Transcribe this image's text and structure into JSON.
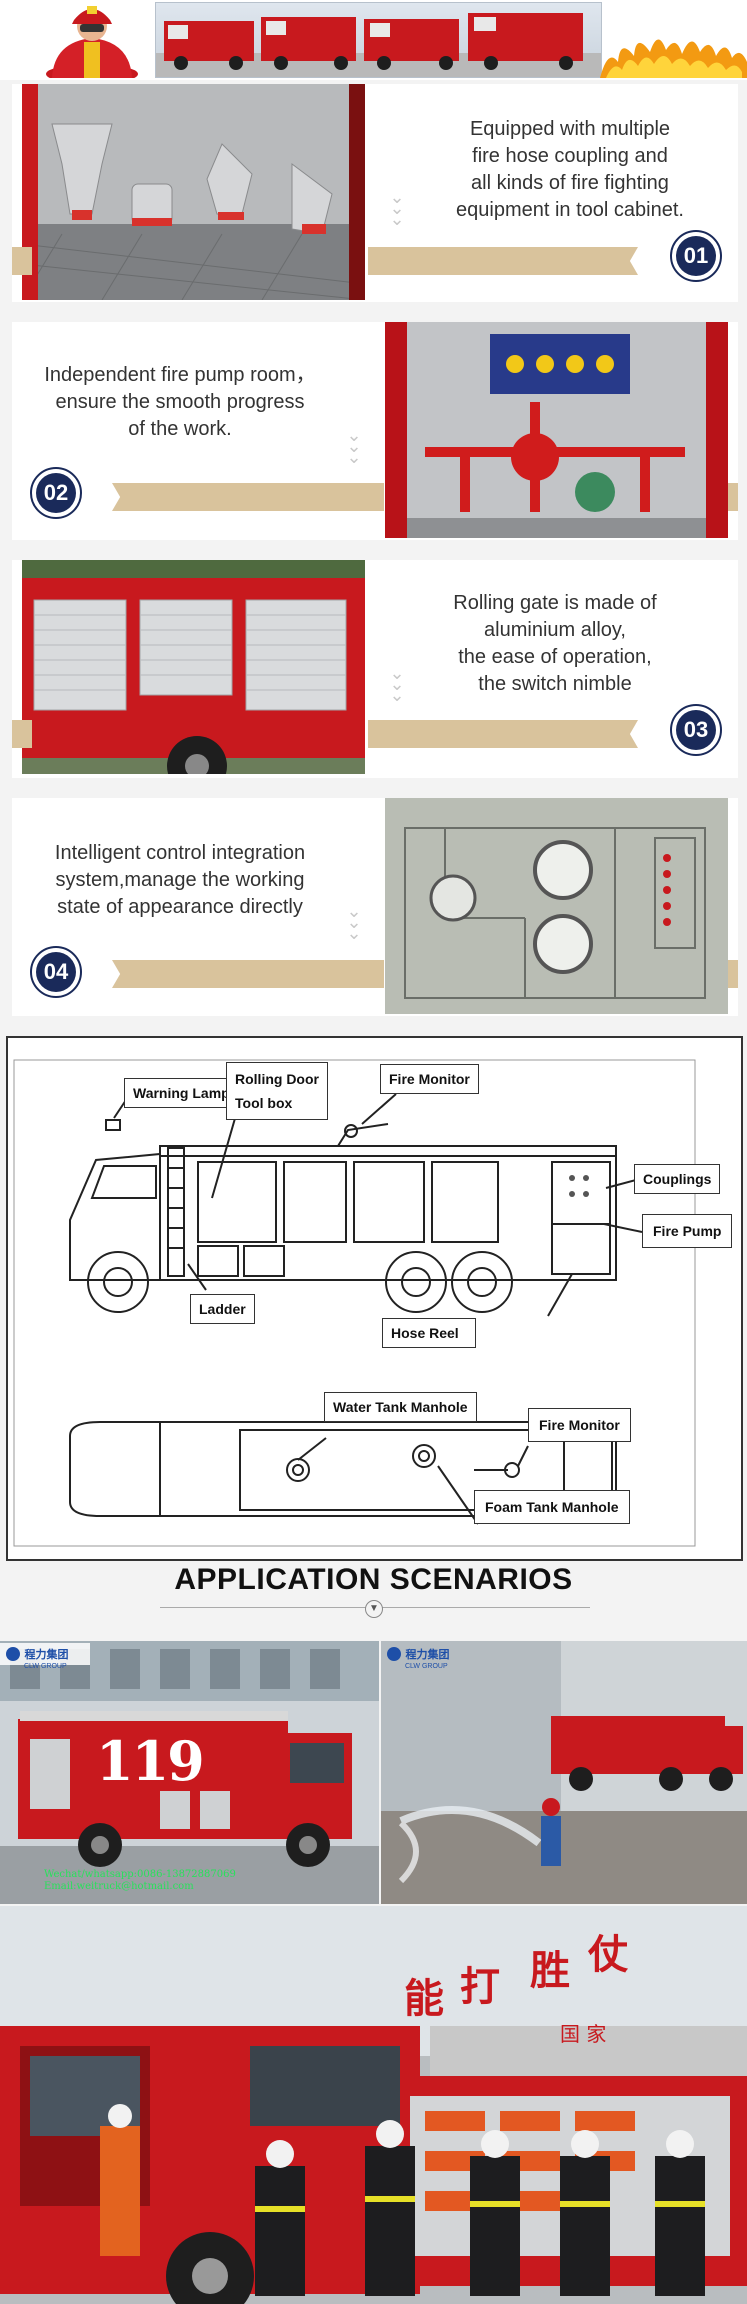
{
  "features": [
    {
      "number": "01",
      "lines": [
        "Equipped with multiple",
        "fire hose coupling and",
        "all kinds of fire fighting",
        "equipment in tool cabinet."
      ]
    },
    {
      "number": "02",
      "lines": [
        "Independent fire pump room，",
        "ensure the smooth progress",
        "of the work."
      ]
    },
    {
      "number": "03",
      "lines": [
        "Rolling gate is made of",
        "aluminium alloy,",
        "the ease of operation,",
        "the switch nimble"
      ]
    },
    {
      "number": "04",
      "lines": [
        "Intelligent control integration",
        "system,manage the working",
        "state of appearance directly"
      ]
    }
  ],
  "diagram": {
    "labels": {
      "warning_lamp": "Warning Lamp",
      "rolling_door": "Rolling Door",
      "tool_box": "Tool box",
      "fire_monitor_top": "Fire Monitor",
      "couplings": "Couplings",
      "fire_pump": "Fire Pump",
      "ladder": "Ladder",
      "hose_reel": "Hose Reel",
      "water_tank_manhole": "Water Tank Manhole",
      "fire_monitor_bottom": "Fire Monitor",
      "foam_tank_manhole": "Foam Tank Manhole"
    }
  },
  "application": {
    "title": "APPLICATION SCENARIOS",
    "scene1": {
      "logo_cn": "程力集团",
      "logo_en": "CLW GROUP",
      "truck_number": "119",
      "watermark_line1": "Wechat/whatsapp:0086-13872887069",
      "watermark_line2": "Email:weitruck@hotmail.com"
    },
    "scene2": {
      "logo_cn": "程力集团",
      "logo_en": "CLW GROUP"
    },
    "scene3": {
      "sign_chars": [
        "能",
        "打",
        "胜",
        "仗"
      ],
      "sign_small": "国 家"
    }
  },
  "colors": {
    "navy": "#1a2a5a",
    "tan": "#d9c39c",
    "truck_red": "#c8191e",
    "watermark_green": "#27e25a"
  }
}
